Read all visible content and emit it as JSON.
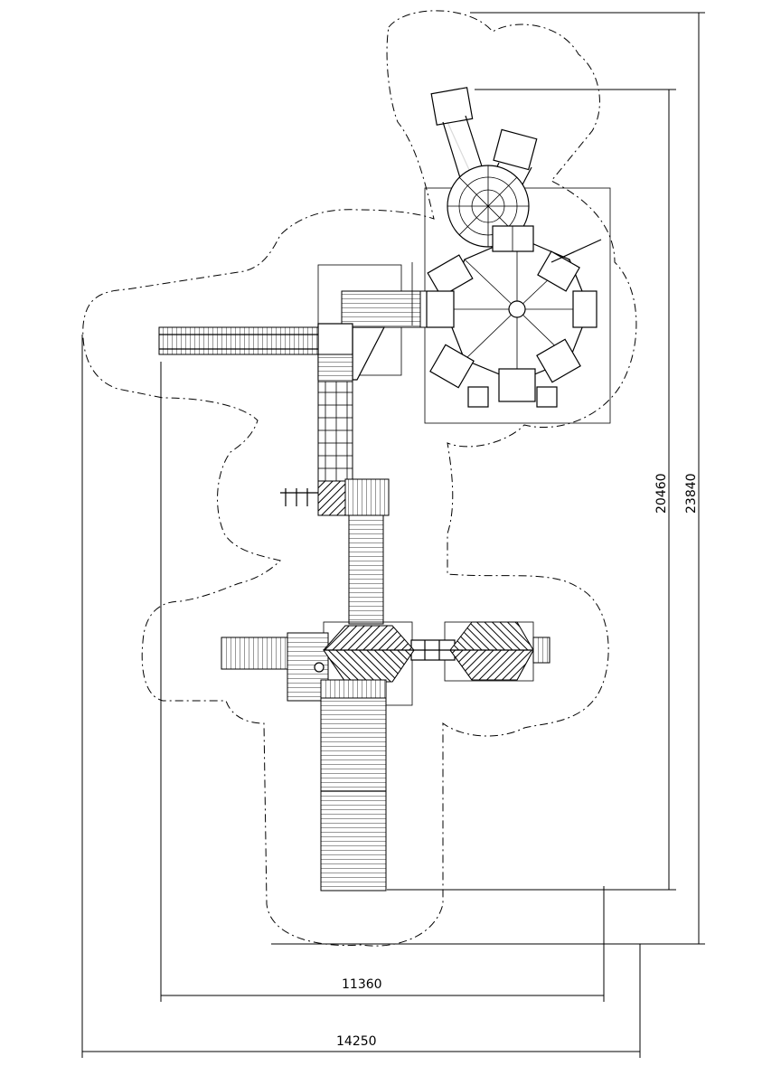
{
  "drawing": {
    "type": "playground-plan-view",
    "dimensions": {
      "inner_width": "11360",
      "outer_width": "14250",
      "inner_length": "20460",
      "outer_length": "23840"
    }
  }
}
